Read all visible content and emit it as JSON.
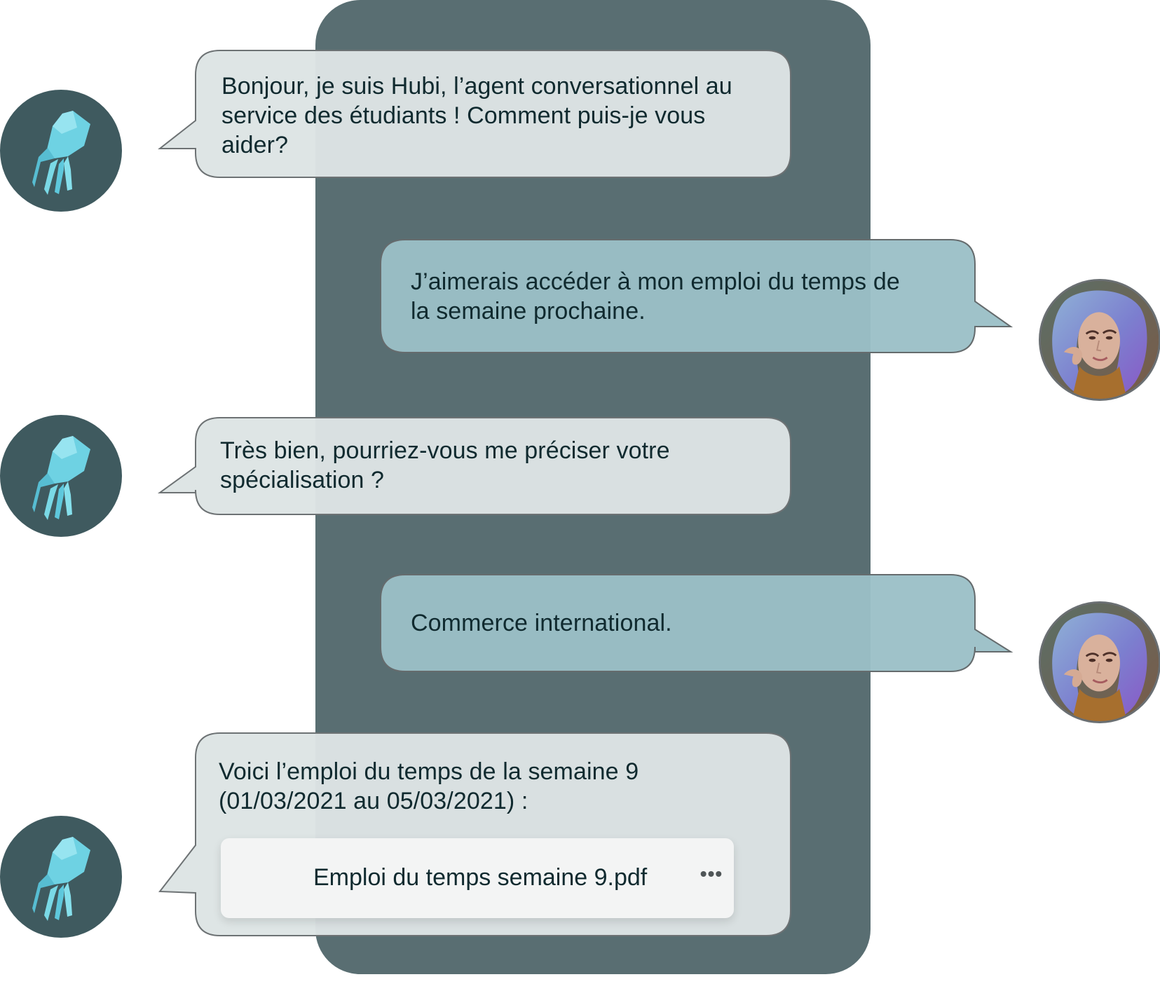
{
  "conversation": {
    "colors": {
      "panel": "#596e72",
      "bot_bubble": "#dde4e4",
      "user_bubble": "#9bbfc7",
      "attachment_bg": "#f3f4f4",
      "text": "#102a2f"
    },
    "avatars": {
      "bot": "octopus-icon",
      "user": "woman-portrait"
    },
    "messages": [
      {
        "sender": "bot",
        "text": "Bonjour, je suis Hubi, l’agent conversationnel au\nservice des étudiants ! Comment puis-je vous\naider?"
      },
      {
        "sender": "user",
        "text": "J’aimerais accéder à mon emploi du temps de\nla semaine prochaine."
      },
      {
        "sender": "bot",
        "text": "Très bien, pourriez-vous me préciser votre\nspécialisation ?"
      },
      {
        "sender": "user",
        "text": "Commerce international."
      },
      {
        "sender": "bot",
        "text": "Voici l’emploi du temps de la semaine 9\n(01/03/2021 au 05/03/2021) :",
        "attachment": {
          "name": "Emploi du temps semaine 9.pdf",
          "menu": "•••"
        }
      }
    ]
  }
}
